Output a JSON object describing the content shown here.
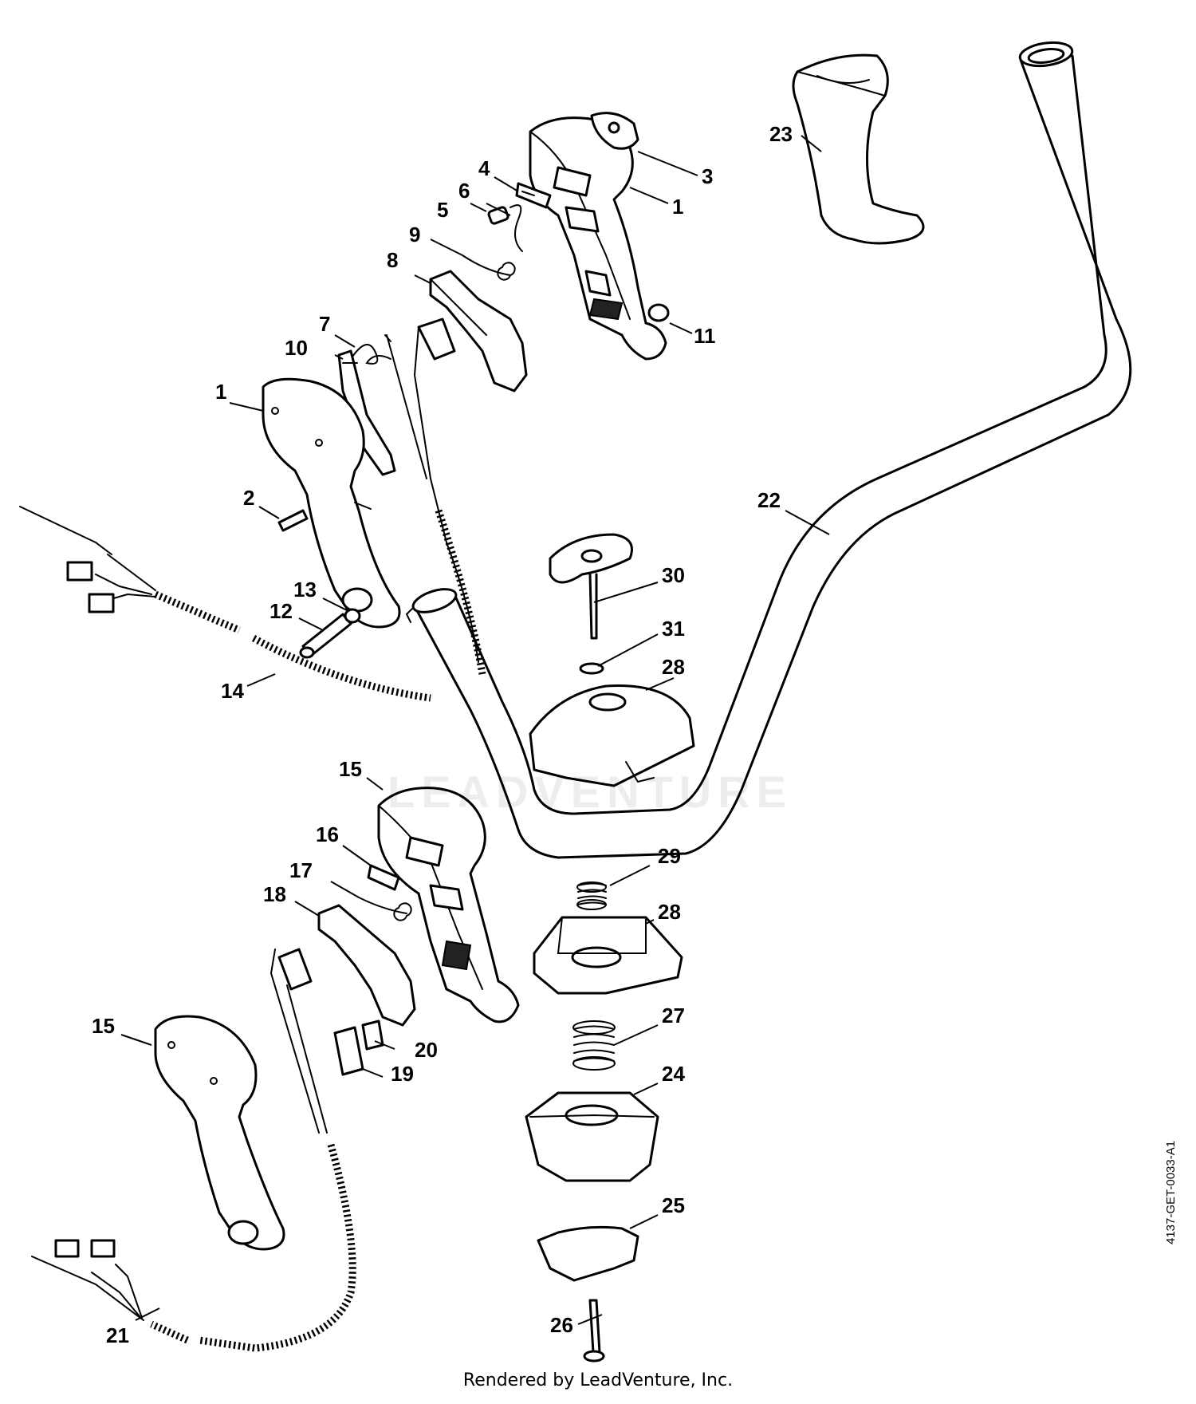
{
  "diagram": {
    "callouts": [
      {
        "id": "1",
        "label": "1"
      },
      {
        "id": "1b",
        "label": "1"
      },
      {
        "id": "2",
        "label": "2"
      },
      {
        "id": "3",
        "label": "3"
      },
      {
        "id": "4",
        "label": "4"
      },
      {
        "id": "5",
        "label": "5"
      },
      {
        "id": "6",
        "label": "6"
      },
      {
        "id": "7",
        "label": "7"
      },
      {
        "id": "8",
        "label": "8"
      },
      {
        "id": "9",
        "label": "9"
      },
      {
        "id": "10",
        "label": "10"
      },
      {
        "id": "11",
        "label": "11"
      },
      {
        "id": "12",
        "label": "12"
      },
      {
        "id": "13",
        "label": "13"
      },
      {
        "id": "14",
        "label": "14"
      },
      {
        "id": "15",
        "label": "15"
      },
      {
        "id": "15b",
        "label": "15"
      },
      {
        "id": "16",
        "label": "16"
      },
      {
        "id": "17",
        "label": "17"
      },
      {
        "id": "18",
        "label": "18"
      },
      {
        "id": "19",
        "label": "19"
      },
      {
        "id": "20",
        "label": "20"
      },
      {
        "id": "21",
        "label": "21"
      },
      {
        "id": "22",
        "label": "22"
      },
      {
        "id": "23",
        "label": "23"
      },
      {
        "id": "24",
        "label": "24"
      },
      {
        "id": "25",
        "label": "25"
      },
      {
        "id": "26",
        "label": "26"
      },
      {
        "id": "27",
        "label": "27"
      },
      {
        "id": "28",
        "label": "28"
      },
      {
        "id": "28b",
        "label": "28"
      },
      {
        "id": "29",
        "label": "29"
      },
      {
        "id": "30",
        "label": "30"
      },
      {
        "id": "31",
        "label": "31"
      }
    ]
  },
  "watermark": "LEADVENTURE",
  "footer": "Rendered by LeadVenture, Inc.",
  "document_number": "4137-GET-0033-A1"
}
